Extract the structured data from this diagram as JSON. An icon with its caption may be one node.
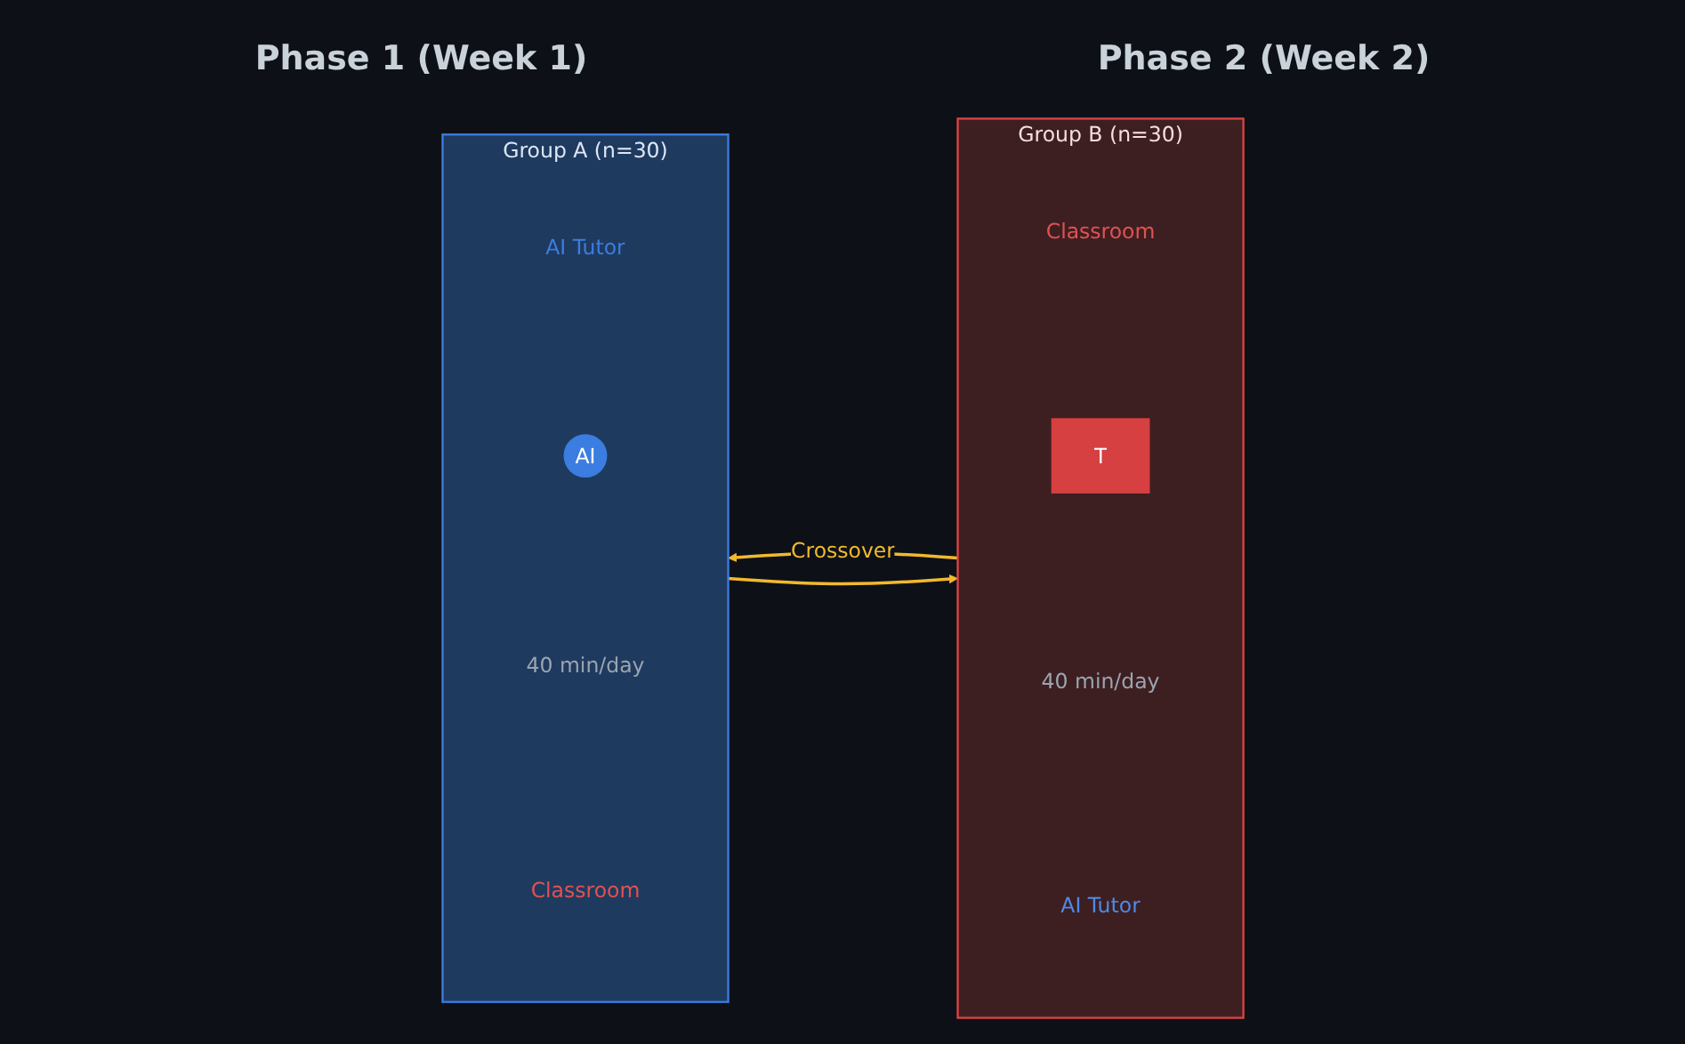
{
  "diagram": {
    "nodes": [
      {
        "text": [
          "Group A (n=30)",
          "AI Tutor",
          "40 min/day",
          "Classroom"
        ]
      },
      {
        "text": [
          "AI"
        ],
        "in": 0
      },
      {
        "text": [
          "Group B (n=30)",
          "Classroom",
          "40 min/day",
          "AI Tutor"
        ]
      },
      {
        "text": [
          "T"
        ],
        "in": 2
      }
    ],
    "edges": [
      {
        "from": 2,
        "to": 0,
        "arrow": "to",
        "label": "Crossover"
      },
      {
        "from": 0,
        "to": 2,
        "arrow": "to"
      }
    ],
    "labels": [
      "Phase 1 (Week 1)",
      "Phase 2 (Week 2)"
    ]
  }
}
